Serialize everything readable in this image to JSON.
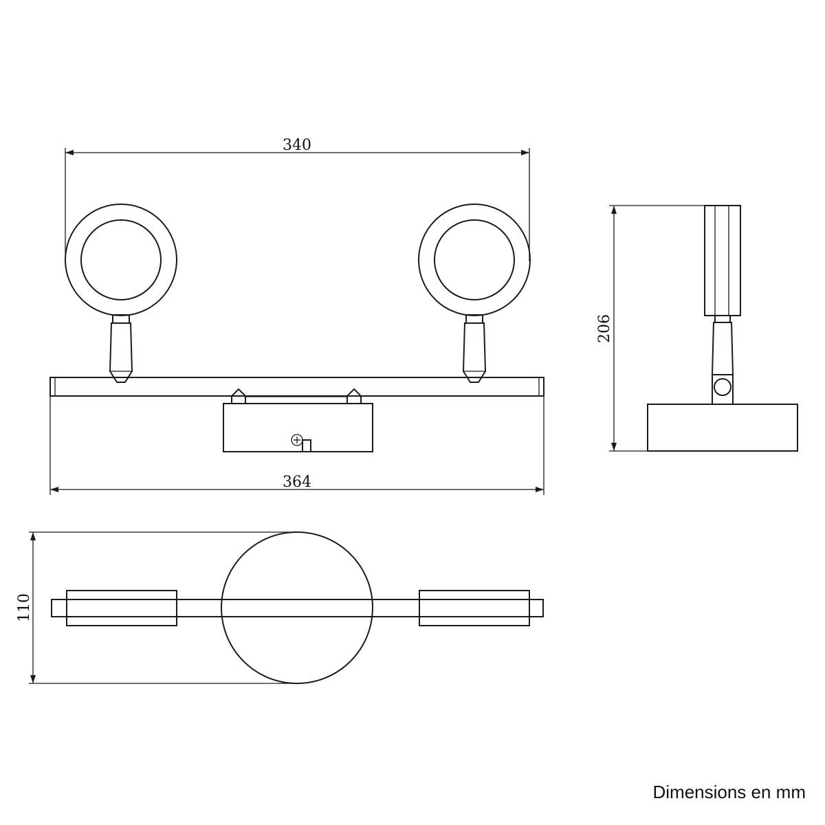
{
  "drawing": {
    "front_view": {
      "overall_width_label": "364",
      "spotlight_spacing_label": "340"
    },
    "side_view": {
      "height_label": "206"
    },
    "top_view": {
      "depth_label": "110"
    },
    "units_note": "Dimensions en mm",
    "line_color": "#1a1a1a",
    "background_color": "#ffffff"
  }
}
